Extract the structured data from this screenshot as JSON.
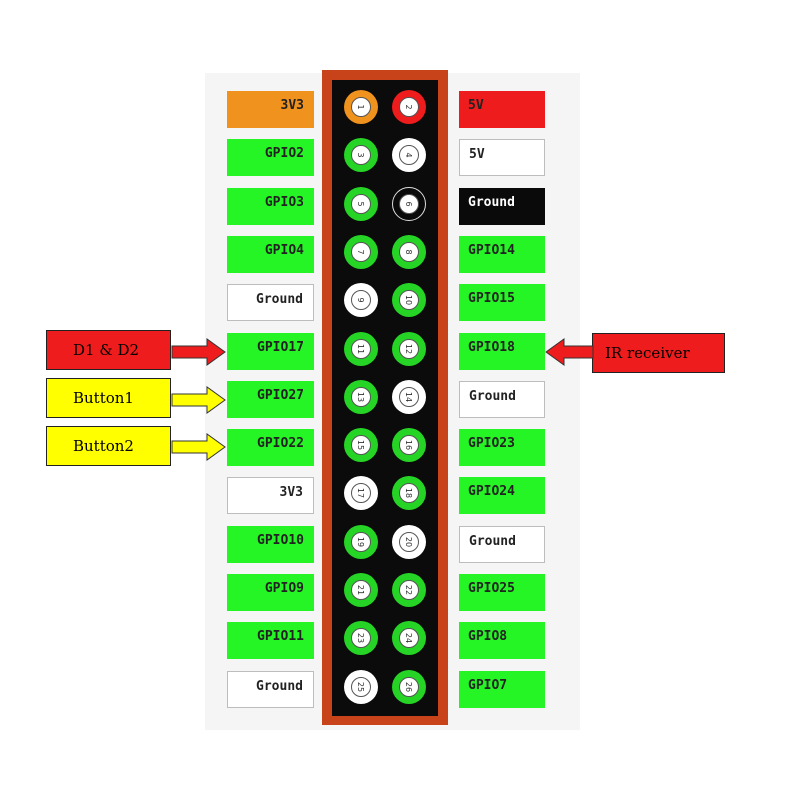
{
  "left_labels": [
    {
      "text": "3V3",
      "bg": "#f0921e"
    },
    {
      "text": "GPIO2",
      "bg": "#25f425"
    },
    {
      "text": "GPIO3",
      "bg": "#25f425"
    },
    {
      "text": "GPIO4",
      "bg": "#25f425"
    },
    {
      "text": "Ground",
      "bg": "#ffffff"
    },
    {
      "text": "GPIO17",
      "bg": "#25f425"
    },
    {
      "text": "GPIO27",
      "bg": "#25f425"
    },
    {
      "text": "GPIO22",
      "bg": "#25f425"
    },
    {
      "text": "3V3",
      "bg": "#ffffff"
    },
    {
      "text": "GPIO10",
      "bg": "#25f425"
    },
    {
      "text": "GPIO9",
      "bg": "#25f425"
    },
    {
      "text": "GPIO11",
      "bg": "#25f425"
    },
    {
      "text": "Ground",
      "bg": "#ffffff"
    }
  ],
  "right_labels": [
    {
      "text": "5V",
      "bg": "#ee1c1c"
    },
    {
      "text": "5V",
      "bg": "#ffffff"
    },
    {
      "text": "Ground",
      "bg": "#0a0a0a"
    },
    {
      "text": "GPIO14",
      "bg": "#25f425"
    },
    {
      "text": "GPIO15",
      "bg": "#25f425"
    },
    {
      "text": "GPIO18",
      "bg": "#25f425"
    },
    {
      "text": "Ground",
      "bg": "#ffffff"
    },
    {
      "text": "GPIO23",
      "bg": "#25f425"
    },
    {
      "text": "GPIO24",
      "bg": "#25f425"
    },
    {
      "text": "Ground",
      "bg": "#ffffff"
    },
    {
      "text": "GPIO25",
      "bg": "#25f425"
    },
    {
      "text": "GPIO8",
      "bg": "#25f425"
    },
    {
      "text": "GPIO7",
      "bg": "#25f425"
    }
  ],
  "pins": [
    {
      "num": "1",
      "color": "#f0921e"
    },
    {
      "num": "2",
      "color": "#ee1c1c"
    },
    {
      "num": "3",
      "color": "#25d425"
    },
    {
      "num": "4",
      "color": "#ffffff"
    },
    {
      "num": "5",
      "color": "#25d425"
    },
    {
      "num": "6",
      "color": "#0a0a0a"
    },
    {
      "num": "7",
      "color": "#25d425"
    },
    {
      "num": "8",
      "color": "#25d425"
    },
    {
      "num": "9",
      "color": "#ffffff"
    },
    {
      "num": "10",
      "color": "#25d425"
    },
    {
      "num": "11",
      "color": "#25d425"
    },
    {
      "num": "12",
      "color": "#25d425"
    },
    {
      "num": "13",
      "color": "#25d425"
    },
    {
      "num": "14",
      "color": "#ffffff"
    },
    {
      "num": "15",
      "color": "#25d425"
    },
    {
      "num": "16",
      "color": "#25d425"
    },
    {
      "num": "17",
      "color": "#ffffff"
    },
    {
      "num": "18",
      "color": "#25d425"
    },
    {
      "num": "19",
      "color": "#25d425"
    },
    {
      "num": "20",
      "color": "#ffffff"
    },
    {
      "num": "21",
      "color": "#25d425"
    },
    {
      "num": "22",
      "color": "#25d425"
    },
    {
      "num": "23",
      "color": "#25d425"
    },
    {
      "num": "24",
      "color": "#25d425"
    },
    {
      "num": "25",
      "color": "#ffffff"
    },
    {
      "num": "26",
      "color": "#25d425"
    }
  ],
  "annotations": {
    "d1_d2": {
      "text": "D1 & D2",
      "bg": "#ee1c1c"
    },
    "button1": {
      "text": "Button1",
      "bg": "#ffff00"
    },
    "button2": {
      "text": "Button2",
      "bg": "#ffff00"
    },
    "ir_receiver": {
      "text": "IR receiver",
      "bg": "#ee1c1c"
    }
  },
  "colors": {
    "header": "#c8431a",
    "board": "#0b0b0b",
    "power_3v3": "#f0921e",
    "power_5v": "#ee1c1c",
    "gpio": "#25f425",
    "ground": "#ffffff"
  }
}
